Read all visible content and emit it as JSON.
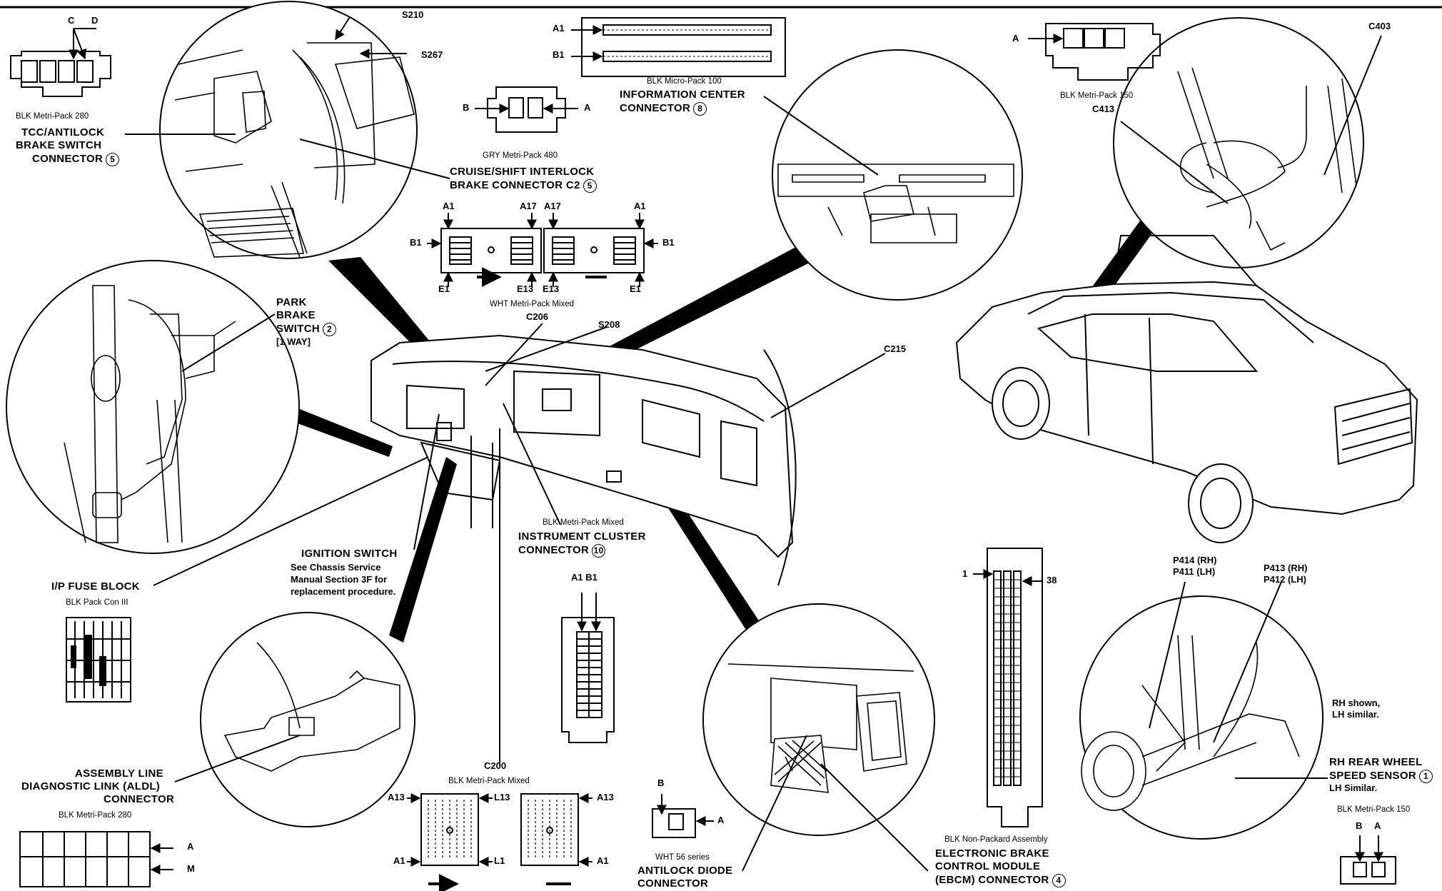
{
  "labels": {
    "tcc_c": "C",
    "tcc_d": "D",
    "tcc_pack": "BLK Metri-Pack 280",
    "tcc_name1": "TCC/ANTILOCK",
    "tcc_name2": "BRAKE SWITCH",
    "tcc_name3": "CONNECTOR",
    "tcc_num": "5",
    "s210": "S210",
    "s267": "S267",
    "cruise_b": "B",
    "cruise_a": "A",
    "cruise_pack": "GRY Metri-Pack 480",
    "cruise_name1": "CRUISE/SHIFT INTERLOCK",
    "cruise_name2": "BRAKE CONNECTOR C2",
    "cruise_num": "5",
    "info_a1": "A1",
    "info_b1": "B1",
    "info_pack": "BLK Micro-Pack 100",
    "info_name1": "INFORMATION CENTER",
    "info_name2": "CONNECTOR",
    "info_num": "8",
    "c206_a1_left": "A1",
    "c206_a17_left": "A17",
    "c206_a17_right": "A17",
    "c206_a1_right": "A1",
    "c206_b1_left": "B1",
    "c206_b1_right": "B1",
    "c206_e1_left": "E1",
    "c206_e13_left": "E13",
    "c206_e13_right": "E13",
    "c206_e1_right": "E1",
    "c206_pack": "WHT Metri-Pack Mixed",
    "c206": "C206",
    "s208": "S208",
    "c215": "C215",
    "c413_a": "A",
    "c413_pack": "BLK Metri-Pack 150",
    "c413": "C413",
    "c403": "C403",
    "park1": "PARK",
    "park2": "BRAKE",
    "park3": "SWITCH",
    "park_num": "2",
    "park4": "[1 WAY]",
    "ign1": "IGNITION SWITCH",
    "ign2": "See Chassis Service",
    "ign3": "Manual Section 3F for",
    "ign4": "replacement procedure.",
    "ipfuse": "I/P FUSE BLOCK",
    "ipfuse_pack": "BLK Pack Con III",
    "ic_pack": "BLK Metri-Pack Mixed",
    "ic_name1": "INSTRUMENT CLUSTER",
    "ic_name2": "CONNECTOR",
    "ic_num": "10",
    "ic_a1b1": "A1 B1",
    "ebcm_1": "1",
    "ebcm_38": "38",
    "ebcm_pack": "BLK Non-Packard Assembly",
    "ebcm1": "ELECTRONIC BRAKE",
    "ebcm2": "CONTROL MODULE",
    "ebcm3": "(EBCM) CONNECTOR",
    "ebcm_num": "4",
    "p414": "P414  (RH)",
    "p411": "P411  (LH)",
    "p413": "P413  (RH)",
    "p412": "P412  (LH)",
    "rh1": "RH shown,",
    "rh2": "LH similar.",
    "ws1": "RH REAR WHEEL",
    "ws2": "SPEED SENSOR",
    "ws_num": "1",
    "ws3": "LH Similar.",
    "ws_pack": "BLK Metri-Pack 150",
    "ws_b": "B",
    "ws_a": "A",
    "alc1": "ASSEMBLY LINE",
    "alc2": "DIAGNOSTIC LINK (ALDL)",
    "alc3": "CONNECTOR",
    "alc_pack": "BLK Metri-Pack 280",
    "alc_a": "A",
    "alc_m": "M",
    "c200": "C200",
    "c200_pack": "BLK Metri-Pack Mixed",
    "c200_a13_l": "A13",
    "c200_l13": "L13",
    "c200_a13_r": "A13",
    "c200_a1_l": "A1",
    "c200_l1": "L1",
    "c200_a1_r": "A1",
    "diode_b": "B",
    "diode_a": "A",
    "diode_pack": "WHT 56 series",
    "diode1": "ANTILOCK DIODE",
    "diode2": "CONNECTOR"
  }
}
